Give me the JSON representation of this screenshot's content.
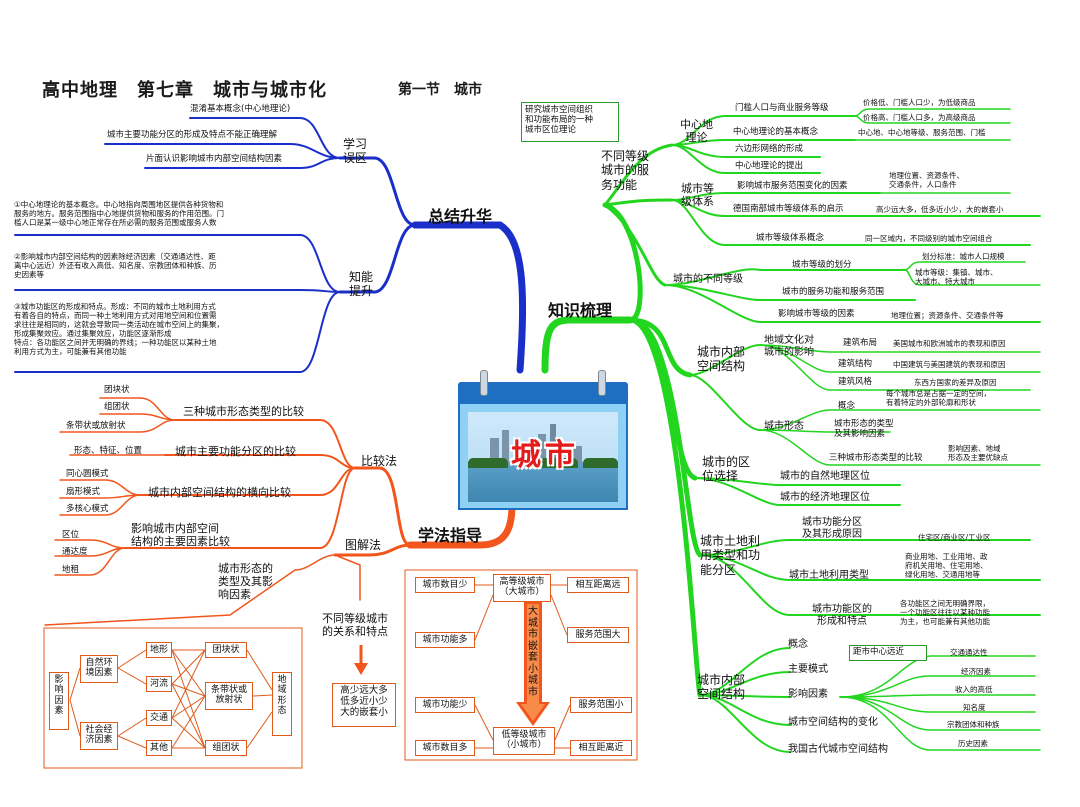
{
  "colors": {
    "blue": "#1a2fc9",
    "green": "#22d61f",
    "orange": "#f2561c",
    "calendar": "#1e6fc2",
    "city_label": "#e31b1b"
  },
  "header": {
    "title": "高中地理　第七章　城市与城市化",
    "section": "第一节　城市"
  },
  "center": {
    "label": "城市"
  },
  "summary": {
    "label": "总结升华",
    "errors": {
      "label": "学习\n误区",
      "items": [
        "混淆基本概念(中心地理论)",
        "城市主要功能分区的形成及特点不能正确理解",
        "片面认识影响城市内部空间结构因素"
      ]
    },
    "skills": {
      "label": "知能\n提升",
      "items": [
        "①中心地理论的基本概念。中心地指向周围地区提供各种货物和\n服务的地方。服务范围指中心地提供货物和服务的作用范围。门\n槛人口是某一级中心地正常存在所必需的服务范围或服务人数",
        "②影响城市内部空间结构的因素除经济因素（交通通达性、距\n离中心远近）外还有收入高低、知名度、宗教团体和种族、历\n史因素等",
        "③城市功能区的形成和特点。形成：不同的城市土地利用方式\n有着各自的特点，而同一种土地利用方式对用地空间和位置需\n求往往是相同的，这就会导致同一类活动在城市空间上的集聚，\n形成集聚效应。通过集聚效应，功能区逐渐形成\n特点：各功能区之间并无明确的界线；一种功能区以某种土地\n利用方式为主，可能兼有其他功能"
      ]
    }
  },
  "method": {
    "label": "学法指导",
    "compare": {
      "label": "比较法",
      "groups": [
        {
          "label": "三种城市形态类型的比较",
          "items": [
            "团块状",
            "组团状",
            "条带状或放射状"
          ]
        },
        {
          "label": "城市主要功能分区的比较",
          "items": [
            "形态、特征、位置"
          ]
        },
        {
          "label": "城市内部空间结构的横向比较",
          "items": [
            "同心圆模式",
            "扇形模式",
            "多核心模式"
          ]
        },
        {
          "label": "影响城市内部空间\n结构的主要因素比较",
          "items": [
            "区位",
            "通达度",
            "地租"
          ]
        }
      ]
    },
    "diagram": {
      "label": "图解法",
      "morph_title": "城市形态的\n类型及其影\n响因素",
      "level_title": "不同等级城市\n的关系和特点",
      "level_result": "高少远大多\n低多近小少\n大的嵌套小",
      "factors": {
        "root": "影\n响\n因\n素",
        "natural": "自然环\n境因素",
        "social": "社会经\n济因素",
        "n1": "地形",
        "n2": "河流",
        "s1": "交通",
        "s2": "其他",
        "m1": "团块状",
        "m2": "条带状或\n放射状",
        "m3": "组团状",
        "right": "地\n域\n形\n态"
      },
      "levels": {
        "high": "高等级城市\n（大城市）",
        "low": "低等级城市\n（小城市）",
        "arrow_text": "大城市嵌套小城市",
        "hl": [
          "城市数目少",
          "城市功能多"
        ],
        "hr": [
          "相互距离远",
          "服务范围大"
        ],
        "ll": [
          "城市功能少",
          "城市数目多"
        ],
        "lr": [
          "服务范围小",
          "相互距离近"
        ]
      }
    }
  },
  "knowledge": {
    "label": "知识梳理",
    "service": {
      "label": "不同等级\n城市的服\n务功能",
      "note": "研究城市空间组织\n和功能布局的一种\n城市区位理论",
      "central": {
        "label": "中心地\n理论",
        "items": [
          {
            "text": "门槛人口与商业服务等级",
            "details": [
              "价格低、门槛人口少，为低级商品",
              "价格高、门槛人口多，为高级商品"
            ]
          },
          {
            "text": "中心地理论的基本概念",
            "details": [
              "中心地、中心地等级、服务范围、门槛"
            ]
          },
          {
            "text": "六边形网络的形成",
            "details": []
          },
          {
            "text": "中心地理论的提出",
            "details": []
          }
        ]
      },
      "system": {
        "label": "城市等\n级体系",
        "items": [
          {
            "text": "影响城市服务范围变化的因素",
            "details": [
              "地理位置、资源条件、\n交通条件，人口条件"
            ]
          },
          {
            "text": "德国南部城市等级体系的启示",
            "details": [
              "高少远大多，低多近小少，大的嵌套小"
            ]
          },
          {
            "text": "城市等级体系概念",
            "details": [
              "同一区域内，不同级别的城市空间组合"
            ]
          }
        ]
      },
      "levels": {
        "label": "城市的不同等级",
        "items": [
          {
            "text": "城市等级的划分",
            "details": [
              "划分标准：城市人口规模",
              "城市等级：集镇、城市、\n大城市、特大城市"
            ]
          },
          {
            "text": "城市的服务功能和服务范围",
            "details": []
          },
          {
            "text": "影响城市等级的因素",
            "details": [
              "地理位置；资源条件、交通条件等"
            ]
          }
        ]
      }
    },
    "internal": {
      "label": "城市内部\n空间结构",
      "culture": {
        "label": "地域文化对\n城市的影响",
        "items": [
          {
            "text": "建筑布局",
            "detail": "美国城市和欧洲城市的表现和原因"
          },
          {
            "text": "建筑结构",
            "detail": "中国建筑与美国建筑的表现和原因"
          },
          {
            "text": "建筑风格",
            "detail": "东西方国家的差异及原因"
          }
        ]
      },
      "form": {
        "label": "城市形态",
        "items": [
          {
            "text": "概念",
            "detail": "每个城市总是占据一定的空间，\n有着特定的外部轮廓和形状"
          },
          {
            "text": "城市形态的类型\n及其影响因素",
            "detail": ""
          },
          {
            "text": "三种城市形态类型的比较",
            "detail": "影响因素、地域\n形态及主要优缺点"
          }
        ]
      }
    },
    "location": {
      "label": "城市的区\n位选择",
      "items": [
        "城市的自然地理区位",
        "城市的经济地理区位"
      ]
    },
    "landuse": {
      "label": "城市土地利\n用类型和功\n能分区",
      "items": [
        {
          "text": "城市功能分区\n及其形成原因",
          "detail": "住宅区/商业区/工业区"
        },
        {
          "text": "城市土地利用类型",
          "detail": "商业用地、工业用地、政\n府机关用地、住宅用地、\n绿化用地、交通用地等"
        },
        {
          "text": "城市功能区的\n形成和特点",
          "detail": "各功能区之间无明确界限，\n一个功能区往往以某种功能\n为主，也可能兼有其他功能"
        }
      ]
    },
    "structure": {
      "label": "城市内部\n空间结构",
      "items": [
        "概念",
        "主要模式",
        "影响因素",
        "城市空间结构的变化",
        "我国古代城市空间结构"
      ],
      "factor_box": "距市中心远近",
      "factor_details": [
        "交通通达性",
        "经济因素",
        "收入的高低",
        "知名度",
        "宗教团体和种族",
        "历史因素"
      ]
    }
  }
}
